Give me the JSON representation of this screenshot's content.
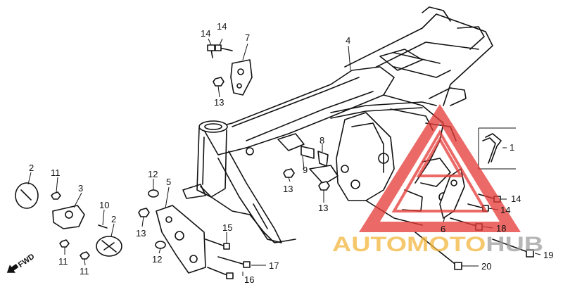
{
  "diagram": {
    "direction_label": "FWD",
    "callouts": [
      {
        "id": "c14a",
        "label": "14"
      },
      {
        "id": "c14b",
        "label": "14"
      },
      {
        "id": "c7",
        "label": "7"
      },
      {
        "id": "c13a",
        "label": "13"
      },
      {
        "id": "c4",
        "label": "4"
      },
      {
        "id": "c2a",
        "label": "2"
      },
      {
        "id": "c11a",
        "label": "11"
      },
      {
        "id": "c3",
        "label": "3"
      },
      {
        "id": "c10",
        "label": "10"
      },
      {
        "id": "c2b",
        "label": "2"
      },
      {
        "id": "c11b",
        "label": "11"
      },
      {
        "id": "c11c",
        "label": "11"
      },
      {
        "id": "c12a",
        "label": "12"
      },
      {
        "id": "c5",
        "label": "5"
      },
      {
        "id": "c13b",
        "label": "13"
      },
      {
        "id": "c12b",
        "label": "12"
      },
      {
        "id": "c15",
        "label": "15"
      },
      {
        "id": "c17",
        "label": "17"
      },
      {
        "id": "c16",
        "label": "16"
      },
      {
        "id": "c8",
        "label": "8"
      },
      {
        "id": "c9",
        "label": "9"
      },
      {
        "id": "c13c",
        "label": "13"
      },
      {
        "id": "c13d",
        "label": "13"
      },
      {
        "id": "c1",
        "label": "1"
      },
      {
        "id": "c14c",
        "label": "14"
      },
      {
        "id": "c14d",
        "label": "14"
      },
      {
        "id": "c6",
        "label": "6"
      },
      {
        "id": "c18",
        "label": "18"
      },
      {
        "id": "c19",
        "label": "19"
      },
      {
        "id": "c20",
        "label": "20"
      }
    ]
  },
  "watermark": {
    "text": "AUTOMOTOHUB",
    "colors": {
      "triangle": "#e53935",
      "text_primary": "#f4b63d",
      "text_secondary": "#9e9e9e"
    }
  }
}
